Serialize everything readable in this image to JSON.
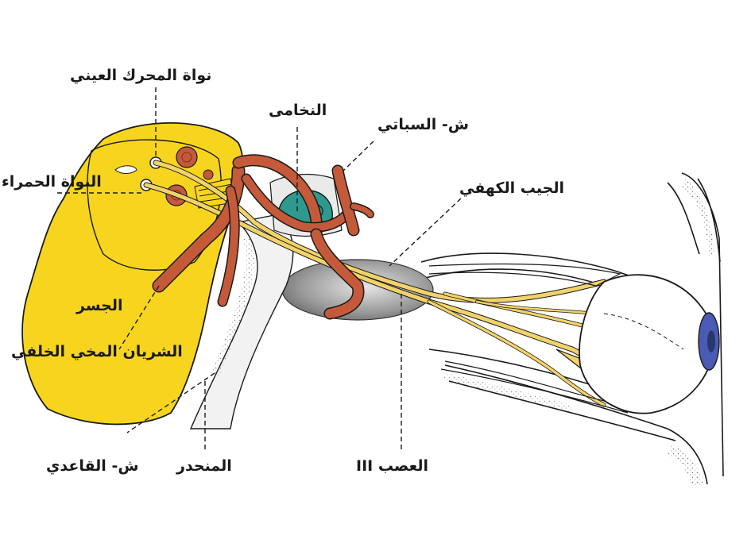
{
  "diagram": {
    "colors": {
      "brain": "#F7D51E",
      "nerve": "#F2D36A",
      "artery": "#C45A3A",
      "pituitary": "#2E9A8F",
      "iris": "#4A5BB5",
      "outline": "#1a1a1a"
    },
    "labels": {
      "oculomotor_nucleus": "نواة المحرك العيني",
      "red_nucleus": "النواة الحمراء",
      "pons": "الجسر",
      "posterior_cerebral_artery": "الشريان المخي الخلفي",
      "basilar_artery": "ش- القاعدي",
      "clivus": "المنحدر",
      "pituitary": "النخامى",
      "ophthalmic_artery": "ش- السباتي",
      "cavernous_sinus": "الجيب الكهفي",
      "oculomotor_nerve": "العصب III"
    }
  }
}
